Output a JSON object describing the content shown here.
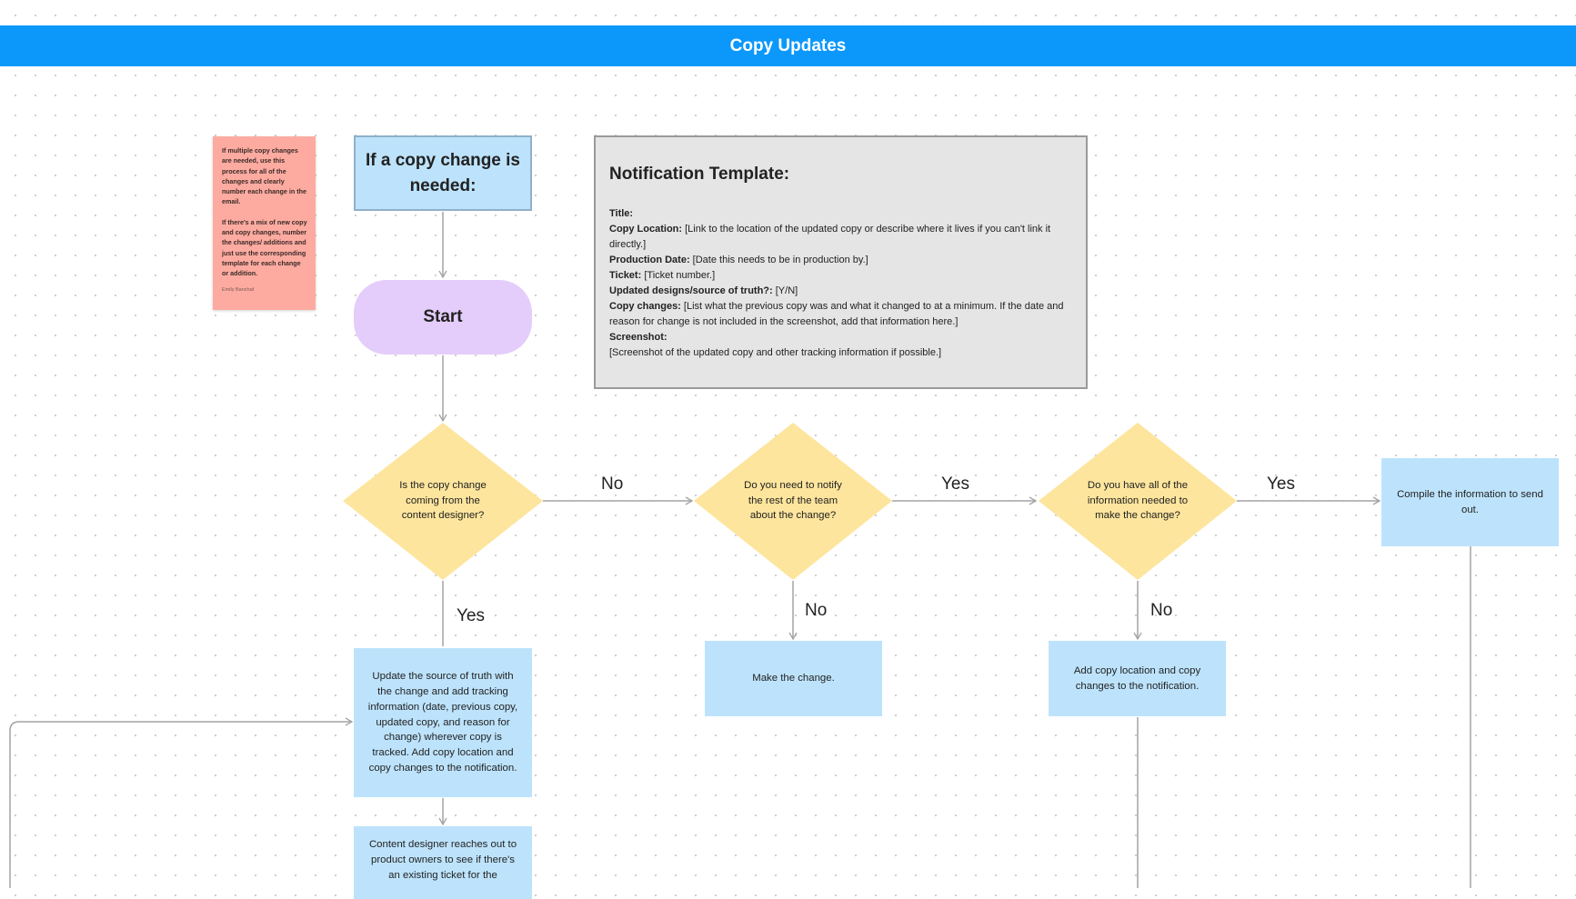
{
  "banner": {
    "title": "Copy Updates"
  },
  "sticky": {
    "para1": "If multiple copy changes are needed, use this process for all of the changes and clearly number each change in the email.",
    "para2": "If there's a mix of new copy and copy changes, number the changes/ additions and just use the corresponding template for each change or addition.",
    "author": "Emily Banchaf"
  },
  "trigger": {
    "label": "If a copy change is needed:"
  },
  "start": {
    "label": "Start"
  },
  "template": {
    "title": "Notification Template:",
    "rows": [
      {
        "key": "Title:",
        "value": ""
      },
      {
        "key": "Copy Location:",
        "value": " [Link to the location of the updated copy or describe where it lives if you can't link it directly.]"
      },
      {
        "key": "Production Date:",
        "value": " [Date this needs to be in production by.]"
      },
      {
        "key": "Ticket:",
        "value": " [Ticket number.]"
      },
      {
        "key": "Updated designs/source of truth?:",
        "value": " [Y/N]"
      },
      {
        "key": "Copy changes:",
        "value": " [List what the previous copy was and what it changed to at a minimum. If the date and reason for change is not included in the screenshot, add that information here.]"
      },
      {
        "key": "Screenshot:",
        "value": ""
      },
      {
        "key": "",
        "value": "[Screenshot of the updated copy and other tracking information if possible.]"
      }
    ]
  },
  "decisions": {
    "d1": "Is the copy change coming from the content designer?",
    "d2": "Do you need to notify the rest of the team about the change?",
    "d3": "Do you have all of the information needed to make the change?"
  },
  "actions": {
    "compile": "Compile the information to send out.",
    "update_source": "Update the source of truth with the change and add tracking information (date, previous copy, updated copy, and reason for change) wherever copy is tracked. Add copy location and copy changes to the notification.",
    "make_change": "Make the change.",
    "add_location": "Add copy location and copy changes to the notification.",
    "reach_out": "Content designer reaches out to product owners to see if there's an existing ticket for the"
  },
  "edges": {
    "d1_no": "No",
    "d1_yes": "Yes",
    "d2_yes": "Yes",
    "d2_no": "No",
    "d3_yes": "Yes",
    "d3_no": "No"
  },
  "colors": {
    "banner": "#0c98fb",
    "action": "#bde3fc",
    "decision": "#fde59d",
    "start": "#e4cdfb",
    "sticky": "#fdaba0",
    "template": "#e5e5e5",
    "connector": "#a3a3a3"
  }
}
